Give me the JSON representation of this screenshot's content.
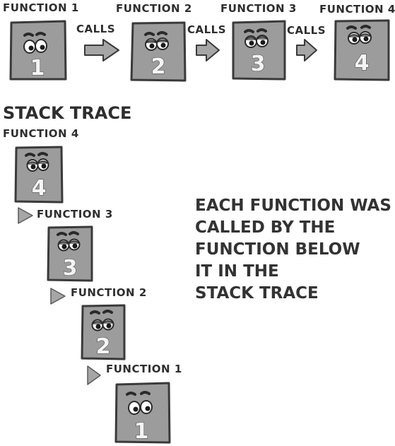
{
  "flow": {
    "functions": [
      {
        "label": "FUNCTION 1",
        "number": "1"
      },
      {
        "label": "FUNCTION 2",
        "number": "2"
      },
      {
        "label": "FUNCTION 3",
        "number": "3"
      },
      {
        "label": "FUNCTION 4",
        "number": "4"
      }
    ],
    "calls_labels": [
      "CALLS",
      "CALLS",
      "CALLS"
    ]
  },
  "stack_trace": {
    "title": "STACK TRACE",
    "entries": [
      {
        "label": "FUNCTION 4",
        "number": "4"
      },
      {
        "label": "FUNCTION 3",
        "number": "3"
      },
      {
        "label": "FUNCTION 2",
        "number": "2"
      },
      {
        "label": "FUNCTION 1",
        "number": "1"
      }
    ]
  },
  "note": {
    "lines": [
      "EACH FUNCTION WAS",
      "CALLED BY THE",
      "FUNCTION BELOW",
      "IT IN THE",
      "STACK TRACE"
    ]
  },
  "colors": {
    "box_fill": "#9c9c9c",
    "box_stroke": "#3a3a3a",
    "arrow_fill": "#a6a6a6",
    "text": "#2e2e2e"
  }
}
